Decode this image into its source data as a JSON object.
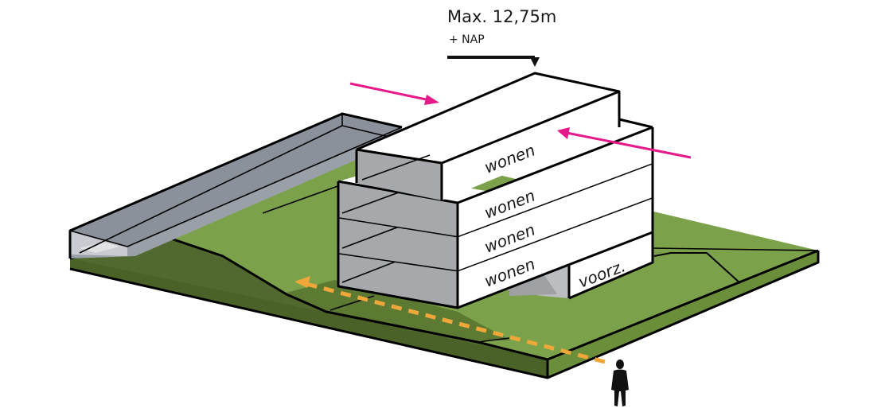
{
  "height_annotation": {
    "title": "Max. 12,75m",
    "subtitle": "+ NAP"
  },
  "floors": [
    {
      "label": "wonen"
    },
    {
      "label": "wonen"
    },
    {
      "label": "wonen"
    },
    {
      "label": "wonen"
    }
  ],
  "ground_function": {
    "label": "voorz."
  },
  "colors": {
    "grass_light": "#7ba24a",
    "grass_dark": "#51692e",
    "grass_side": "#5d7a33",
    "building_white": "#ffffff",
    "building_grey": "#a7a8ab",
    "water_grey": "#8a919a",
    "wind_arrow": "#e6198a",
    "route_arrow": "#f0a73a",
    "outline": "#000000"
  },
  "icons": {
    "wind_arrows": "arrow-right-icon",
    "route": "dashed-arrow-icon",
    "person": "person-silhouette-icon",
    "height_marker": "triangle-down-icon"
  }
}
